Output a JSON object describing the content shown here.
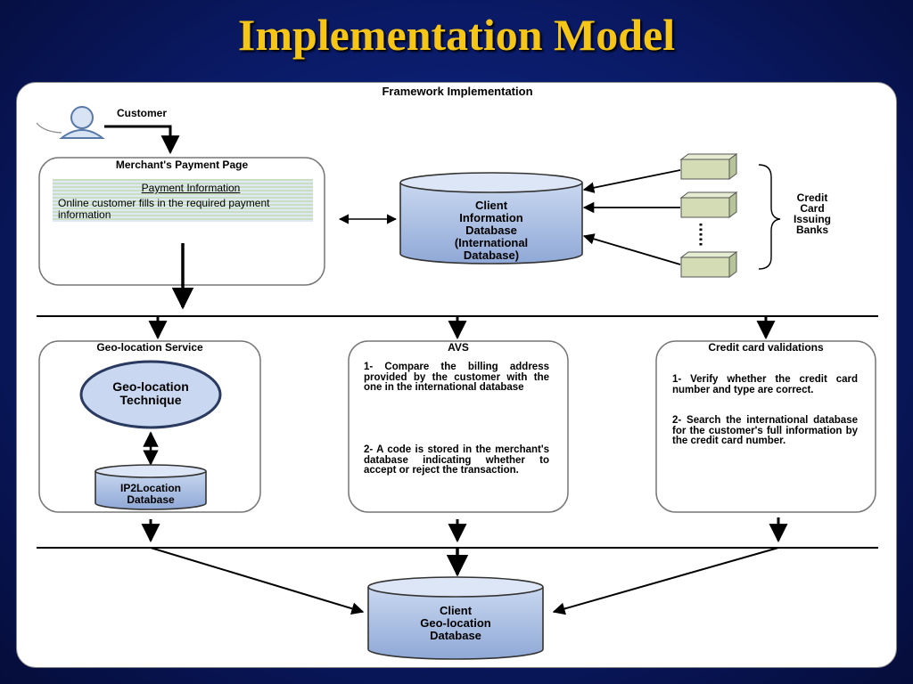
{
  "slide": {
    "title": "Implementation Model"
  },
  "diagram": {
    "frame_title": "Framework Implementation",
    "customer_label": "Customer",
    "merchant_page": {
      "title": "Merchant's Payment Page",
      "info_title": "Payment Information",
      "info_text": "Online customer fills in the required payment information"
    },
    "client_db": {
      "line1": "Client",
      "line2": "Information",
      "line3": "Database",
      "line4": "(International",
      "line5": "Database)"
    },
    "banks": {
      "line1": "Credit",
      "line2": "Card",
      "line3": "Issuing",
      "line4": "Banks"
    },
    "geo_service": {
      "title": "Geo-location Service",
      "technique_line1": "Geo-location",
      "technique_line2": "Technique",
      "ip2_line1": "IP2Location",
      "ip2_line2": "Database"
    },
    "avs": {
      "title": "AVS",
      "step1": "1- Compare the billing address provided by the customer with the one in the international database",
      "step2": "2- A code is stored in the merchant's database indicating whether to accept or reject the transaction."
    },
    "cc_validations": {
      "title": "Credit card validations",
      "step1": "1- Verify whether the credit card number and type are correct.",
      "step2": "2- Search the international database for the customer's full information by the credit card number."
    },
    "client_geo_db": {
      "line1": "Client",
      "line2": "Geo-location",
      "line3": "Database"
    }
  }
}
